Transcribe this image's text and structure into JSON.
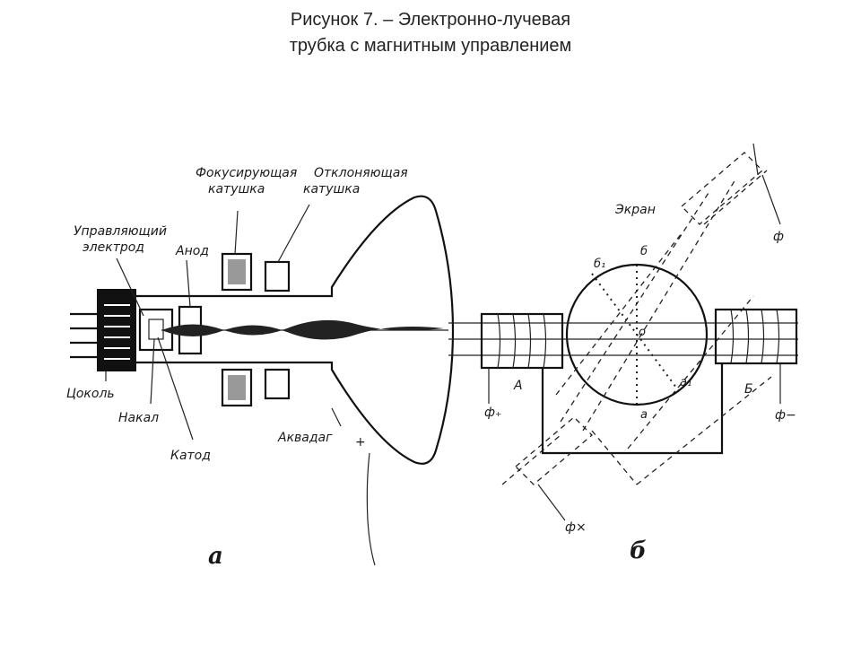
{
  "title": {
    "line1": "Рисунок 7.   – Электронно-лучевая",
    "line2": "трубка с магнитным управлением"
  },
  "labels_a": {
    "focusing_coil": [
      "Фокусирующая",
      "катушка"
    ],
    "deflecting_coil": [
      "Отклоняющая",
      "катушка"
    ],
    "control_electrode": [
      "Управляющий",
      "электрод"
    ],
    "anode": "Анод",
    "base": "Цоколь",
    "filament": "Накал",
    "cathode": "Катод",
    "aquadag": "Аквадаг",
    "plus": "+",
    "part_letter": "а"
  },
  "labels_b": {
    "screen": "Экран",
    "point_b": "б",
    "point_b1": "б₁",
    "point_o": "о",
    "point_a": "а",
    "point_a1": "а₁",
    "coil_A": "А",
    "coil_B": "Б",
    "phi_top": "ф",
    "phi_bottom": "ф×",
    "phi_left": "ф₊",
    "phi_right": "ф−",
    "part_letter": "б"
  }
}
